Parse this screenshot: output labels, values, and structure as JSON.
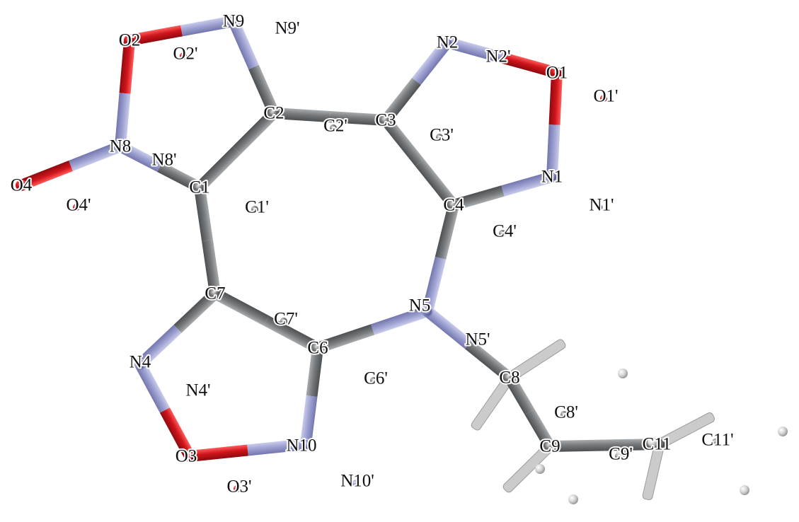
{
  "colors": {
    "carbon": "#777a7c",
    "nitrogen": "#9ea2d1",
    "oxygen": "#d0151c",
    "hydrogen": "#cfcfcf",
    "label": "#111111",
    "background": "#ffffff"
  },
  "atoms": [
    {
      "id": "O2",
      "el": "O"
    },
    {
      "id": "N9",
      "el": "N"
    },
    {
      "id": "N8",
      "el": "N"
    },
    {
      "id": "O4",
      "el": "O"
    },
    {
      "id": "C2",
      "el": "C"
    },
    {
      "id": "C1",
      "el": "C"
    },
    {
      "id": "C3",
      "el": "C"
    },
    {
      "id": "N2",
      "el": "N"
    },
    {
      "id": "O1",
      "el": "O"
    },
    {
      "id": "N1",
      "el": "N"
    },
    {
      "id": "C4",
      "el": "C"
    },
    {
      "id": "N5",
      "el": "N"
    },
    {
      "id": "C6",
      "el": "C"
    },
    {
      "id": "C7",
      "el": "C"
    },
    {
      "id": "N4",
      "el": "N"
    },
    {
      "id": "O3",
      "el": "O"
    },
    {
      "id": "N10",
      "el": "N"
    },
    {
      "id": "C8",
      "el": "C"
    },
    {
      "id": "C9",
      "el": "C"
    },
    {
      "id": "C11",
      "el": "C"
    }
  ],
  "bonds": [
    [
      "O2",
      "N9"
    ],
    [
      "O2",
      "N8"
    ],
    [
      "N8",
      "O4"
    ],
    [
      "N8",
      "C1"
    ],
    [
      "N9",
      "C2"
    ],
    [
      "C2",
      "C1"
    ],
    [
      "C2",
      "C3"
    ],
    [
      "C3",
      "N2"
    ],
    [
      "N2",
      "O1"
    ],
    [
      "O1",
      "N1"
    ],
    [
      "N1",
      "C4"
    ],
    [
      "C3",
      "C4"
    ],
    [
      "C4",
      "N5"
    ],
    [
      "N5",
      "C6"
    ],
    [
      "C6",
      "C7"
    ],
    [
      "C1",
      "C7"
    ],
    [
      "C7",
      "N4"
    ],
    [
      "N4",
      "O3"
    ],
    [
      "O3",
      "N10"
    ],
    [
      "N10",
      "C6"
    ],
    [
      "N5",
      "C8"
    ],
    [
      "C8",
      "C9"
    ],
    [
      "C9",
      "C11"
    ]
  ],
  "disordered_atoms": [
    {
      "id": "N9'",
      "el": "N"
    },
    {
      "id": "O2'",
      "el": "O"
    },
    {
      "id": "N2'",
      "el": "N"
    },
    {
      "id": "O1'",
      "el": "O"
    },
    {
      "id": "C2'",
      "el": "C"
    },
    {
      "id": "C3'",
      "el": "C"
    },
    {
      "id": "N8'",
      "el": "N"
    },
    {
      "id": "O4'",
      "el": "O"
    },
    {
      "id": "C1'",
      "el": "C"
    },
    {
      "id": "N1'",
      "el": "N"
    },
    {
      "id": "C4'",
      "el": "C"
    },
    {
      "id": "C7'",
      "el": "C"
    },
    {
      "id": "N5'",
      "el": "N"
    },
    {
      "id": "C6'",
      "el": "C"
    },
    {
      "id": "N4'",
      "el": "N"
    },
    {
      "id": "C8'",
      "el": "C"
    },
    {
      "id": "N10'",
      "el": "N"
    },
    {
      "id": "O3'",
      "el": "O"
    },
    {
      "id": "C9'",
      "el": "C"
    },
    {
      "id": "C11'",
      "el": "C"
    }
  ],
  "hydrogens": [
    {
      "el": "H"
    },
    {
      "el": "H"
    },
    {
      "el": "H"
    },
    {
      "el": "H"
    },
    {
      "el": "H"
    },
    {
      "el": "H"
    },
    {
      "el": "H"
    }
  ],
  "hydrogen_bonds": [
    {
      "el": "H"
    },
    {
      "el": "H"
    },
    {
      "el": "H"
    },
    {
      "el": "H"
    },
    {
      "el": "H"
    }
  ]
}
